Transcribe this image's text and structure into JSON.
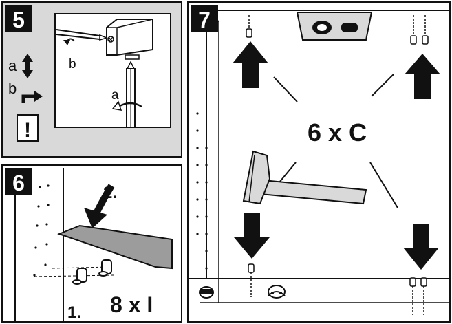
{
  "panel5": {
    "number": "5",
    "labels": {
      "a_vertical": "a",
      "b_horizontal": "b",
      "b_rotate": "b",
      "a_rotate": "a"
    },
    "warning_mark": "!"
  },
  "panel6": {
    "number": "6",
    "step1": "1.",
    "step2": "2.",
    "count": "8 x I"
  },
  "panel7": {
    "number": "7",
    "count": "6 x C"
  },
  "colors": {
    "ink": "#111111",
    "panel_bg": "#d9d9d9",
    "shelf": "#9c9c9c",
    "badge": "#111111"
  }
}
